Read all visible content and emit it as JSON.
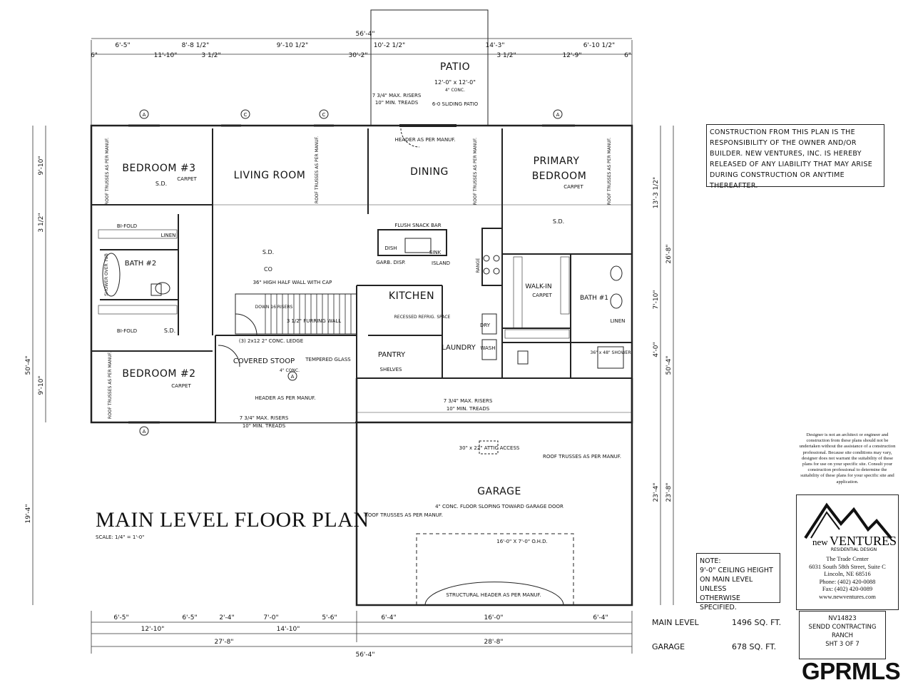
{
  "title": "MAIN LEVEL FLOOR PLAN",
  "scale": "SCALE: 1/4\" = 1'-0\"",
  "rooms": {
    "patio": "PATIO",
    "patio_size": "12'-0\" x 12'-0\"",
    "patio_conc": "4\" CONC.",
    "bedroom3": "BEDROOM #3",
    "living": "LIVING ROOM",
    "dining": "DINING",
    "primary": "PRIMARY",
    "primary2": "BEDROOM",
    "bath2": "BATH #2",
    "kitchen": "KITCHEN",
    "walkin": "WALK-IN",
    "bath1": "BATH #1",
    "pantry": "PANTRY",
    "laundry": "LAUNDRY",
    "stoop": "COVERED STOOP",
    "stoop_conc": "4\" CONC.",
    "bedroom2": "BEDROOM #2",
    "garage": "GARAGE",
    "carpet": "CARPET",
    "snack_bar": "FLUSH SNACK BAR",
    "island": "ISLAND",
    "sink": "SINK",
    "dish": "DISH",
    "garb": "GARB. DISP.",
    "range": "RANGE",
    "linen": "LINEN",
    "shower_tub": "SHOWER OVER TUB",
    "shower": "36\" x 48\" SHOWER",
    "bifold": "BI-FOLD",
    "sd": "S.D.",
    "co": "CO",
    "dry": "DRY",
    "wash": "WASH",
    "refrig": "RECESSED REFRIG. SPACE",
    "shelves": "SHELVES",
    "half_wall": "36\" HIGH HALF WALL WITH CAP",
    "down_risers": "DOWN 16 RISERS",
    "furring": "3 1/2\" FURRING WALL",
    "ledge": "(3) 2x12 2\" CONC. LEDGE",
    "tempered": "TEMPERED GLASS",
    "header_manuf": "HEADER AS PER MANUF.",
    "risers": "7 3/4\" MAX. RISERS",
    "treads": "10\" MIN. TREADS",
    "sliding": "6-0 SLIDING PATIO",
    "trusses": "ROOF TRUSSES AS PER MANUF.",
    "attic": "30\" x 22\" ATTIC ACCESS",
    "garage_floor": "4\" CONC. FLOOR SLOPING TOWARD GARAGE DOOR",
    "ohd": "16'-0\" X 7'-0\" O.H.D.",
    "struct_header": "STRUCTURAL HEADER AS PER MANUF."
  },
  "dims_top": [
    "6'-5\"",
    "8'-8 1/2\"",
    "9'-10 1/2\"",
    "10'-2 1/2\"",
    "14'-3\"",
    "6'-10 1/2\""
  ],
  "dims_top2": [
    "6\"",
    "11'-10\"",
    "3 1/2\"",
    "30'-2\"",
    "3 1/2\"",
    "12'-9\"",
    "6\""
  ],
  "overall": "56'-4\"",
  "dims_bottom": [
    "6'-5\"",
    "6'-5\"",
    "2'-4\"",
    "7'-0\"",
    "5'-6\"",
    "6'-4\"",
    "16'-0\"",
    "6'-4\""
  ],
  "dims_bottom2": [
    "12'-10\"",
    "14'-10\""
  ],
  "dims_bottom3": [
    "27'-8\"",
    "28'-8\""
  ],
  "dims_left": [
    "9'-10\"",
    "3 1/2\"",
    "9'-10\"",
    "19'-4\"",
    "50'-4\""
  ],
  "dims_right": [
    "13'-3 1/2\"",
    "26'-8\"",
    "7'-10\"",
    "4'-0\"",
    "23'-4\"",
    "23'-8\"",
    "50'-4\""
  ],
  "disclaimer": [
    "CONSTRUCTION FROM THIS PLAN IS THE",
    "RESPONSIBILITY OF THE OWNER AND/OR",
    "BUILDER.  NEW VENTURES, INC. IS HEREBY",
    "RELEASED OF ANY LIABILITY THAT MAY ARISE",
    "DURING CONSTRUCTION OR ANYTIME THEREAFTER."
  ],
  "note": [
    "NOTE:",
    "9'-0\" CEILING HEIGHT",
    "ON MAIN LEVEL UNLESS",
    "OTHERWISE SPECIFIED."
  ],
  "designer": "Designer is not an architect or engineer and construction from these plans should not be undertaken without the assistance of a construction professional. Because site conditions may vary, designer does not warrant the suitability of these plans for use on your specific site. Consult your construction professional to determine the suitability of these plans for your specific site and application.",
  "company": {
    "new": "new",
    "ventures": "VENTURES",
    "tagline": "RESIDENTIAL DESIGN",
    "addr1": "The Trade Center",
    "addr2": "6031 South 58th Street, Suite C",
    "addr3": "Lincoln, NE 68516",
    "phone": "Phone: (402) 420-0088",
    "fax": "Fax:   (402) 420-0089",
    "web": "www.newventures.com"
  },
  "areas": {
    "main_label": "MAIN LEVEL",
    "main_value": "1496 SQ. FT.",
    "garage_label": "GARAGE",
    "garage_value": "678 SQ. FT."
  },
  "sheet": [
    "NV14823",
    "SENDD CONTRACTING",
    "RANCH",
    "SHT 3 OF 7"
  ],
  "watermark": "GPRMLS"
}
